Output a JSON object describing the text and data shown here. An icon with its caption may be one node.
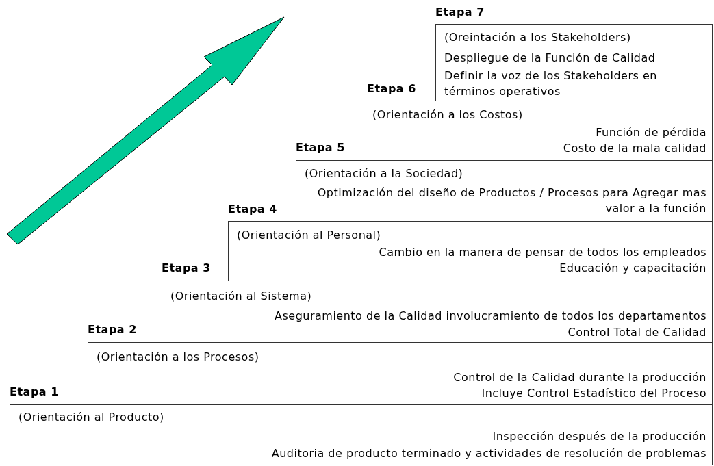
{
  "diagram": {
    "nodes": [
      {
        "text": [
          "Etapa 1",
          "(Orientación al Producto)",
          "Inspección después de la producción",
          "Auditoria de producto terminado y actividades de resolución de problemas"
        ]
      },
      {
        "text": [
          "Etapa 2",
          "(Orientación a los Procesos)",
          "Control de la Calidad durante la producción",
          "Incluye Control Estadístico del Proceso"
        ]
      },
      {
        "text": [
          "Etapa 3",
          "(Orientación al Sistema)",
          "Aseguramiento de la Calidad involucramiento de todos los departamentos",
          "Control Total de Calidad"
        ]
      },
      {
        "text": [
          "Etapa 4",
          "(Orientación al Personal)",
          "Cambio en la manera de pensar de todos los empleados",
          "Educación y capacitación"
        ]
      },
      {
        "text": [
          "Etapa 5",
          "(Orientación a la Sociedad)",
          "Optimización del diseño de Productos / Procesos para Agregar mas valor a la función"
        ]
      },
      {
        "text": [
          "Etapa 6",
          "(Orientación a los Costos)",
          "Función de pérdida",
          "Costo de la mala calidad"
        ]
      },
      {
        "text": [
          "Etapa 7",
          "(Oreintación a los Stakeholders)",
          "Despliegue de la Función de Calidad",
          "Definir la voz de los Stakeholders en términos operativos"
        ]
      }
    ]
  }
}
